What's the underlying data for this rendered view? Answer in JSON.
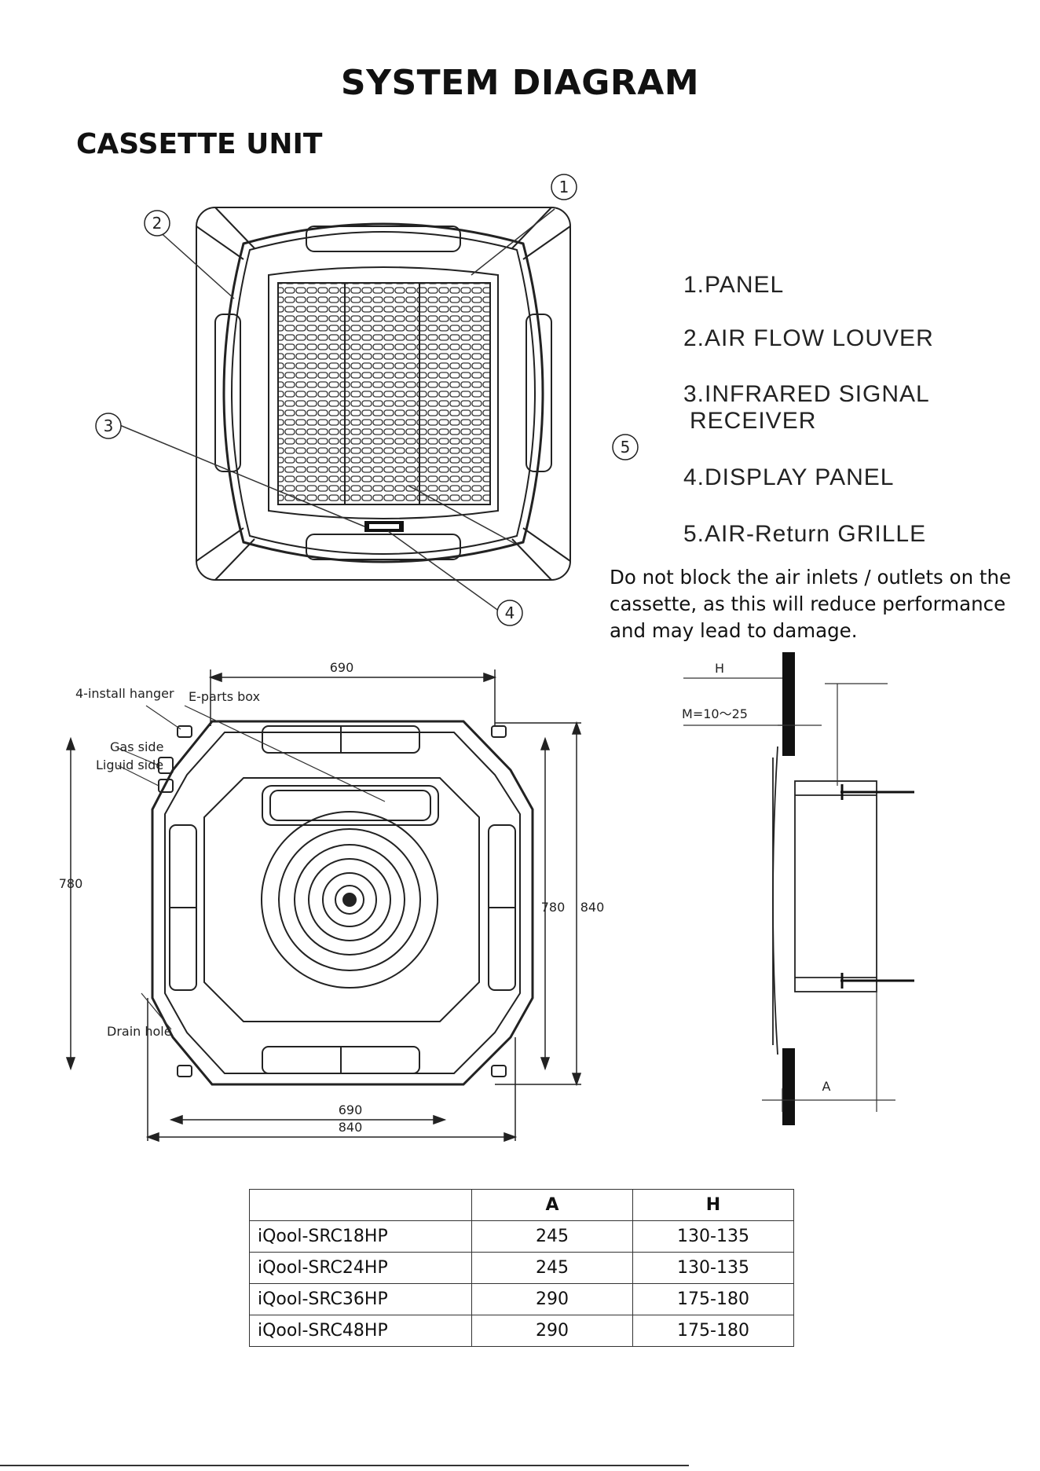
{
  "page": {
    "title": "SYSTEM DIAGRAM",
    "subtitle": "CASSETTE UNIT"
  },
  "legend": [
    {
      "num": "1",
      "text": "1.PANEL"
    },
    {
      "num": "2",
      "text": "2.AIR FLOW LOUVER"
    },
    {
      "num": "3",
      "text": "3.INFRARED SIGNAL"
    },
    {
      "num": "3b",
      "text": "RECEIVER"
    },
    {
      "num": "4",
      "text": "4.DISPLAY PANEL"
    },
    {
      "num": "5",
      "text": "5.AIR-Return  GRILLE"
    }
  ],
  "callouts": [
    "1",
    "2",
    "3",
    "4",
    "5"
  ],
  "note": "Do not block the air inlets / outlets on the cassette, as this will reduce performance and may lead to damage.",
  "drawing_labels": {
    "top_width": "690",
    "install_hanger": "4-install hanger",
    "eparts_box": "E-parts box",
    "gas_side": "Gas side",
    "liquid_side": "Liguid side",
    "left_height": "780",
    "right_inner_height": "780",
    "right_outer_height": "840",
    "drain_hole": "Drain hole",
    "bottom_inner_width": "690",
    "bottom_outer_width": "840",
    "side_h": "H",
    "side_m": "M=10～25",
    "side_a": "A"
  },
  "table": {
    "headers": [
      "",
      "A",
      "H"
    ],
    "rows": [
      {
        "model": "iQool-SRC18HP",
        "a": "245",
        "h": "130-135"
      },
      {
        "model": "iQool-SRC24HP",
        "a": "245",
        "h": "130-135"
      },
      {
        "model": "iQool-SRC36HP",
        "a": "290",
        "h": "175-180"
      },
      {
        "model": "iQool-SRC48HP",
        "a": "290",
        "h": "175-180"
      }
    ]
  }
}
